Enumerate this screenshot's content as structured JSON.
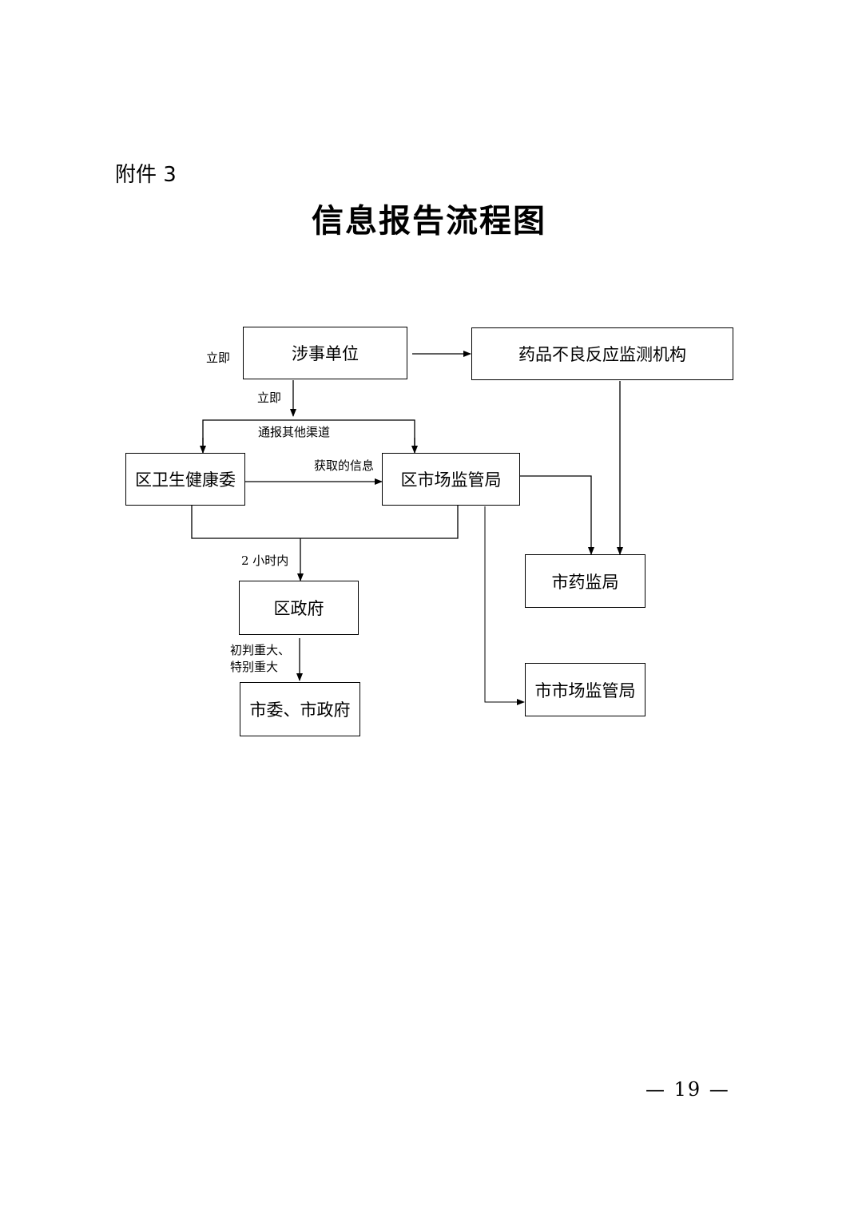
{
  "header": {
    "attachment": "附件 3",
    "title": "信息报告流程图"
  },
  "nodes": {
    "involved_unit": "涉事单位",
    "adr_monitor": "药品不良反应监测机构",
    "district_health": "区卫生健康委",
    "district_market": "区市场监管局",
    "city_drug": "市药监局",
    "district_gov": "区政府",
    "city_market": "市市场监管局",
    "city_committee_gov": "市委、市政府"
  },
  "edge_labels": {
    "immediately_left": "立即",
    "immediately_down": "立即",
    "notify_other_channels": "通报其他渠道",
    "info_obtained": "获取的信息",
    "within_2_hours": "2 小时内",
    "initial_major_line1": "初判重大、",
    "initial_major_line2": "特别重大"
  },
  "footer": {
    "page_number": "— 19 —"
  }
}
